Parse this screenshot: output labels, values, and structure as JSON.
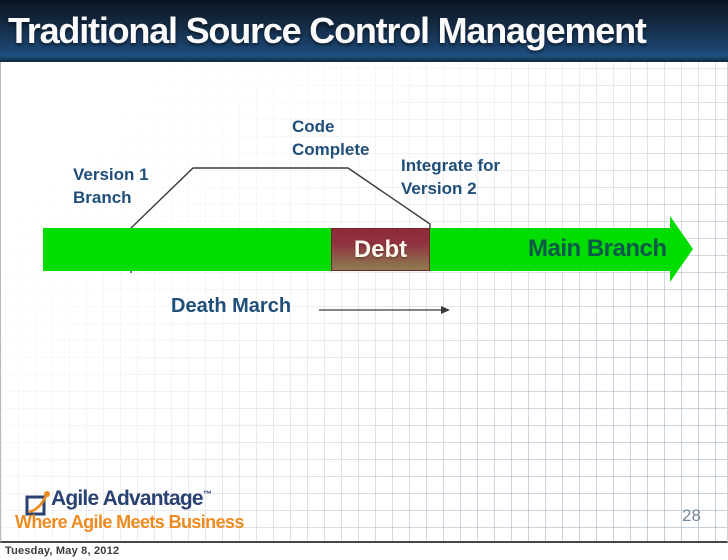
{
  "header": {
    "title": "Traditional Source Control Management"
  },
  "diagram": {
    "version1_branch": {
      "line1": "Version 1",
      "line2": "Branch"
    },
    "code_complete": {
      "line1": "Code",
      "line2": "Complete"
    },
    "integrate": {
      "line1": "Integrate for",
      "line2": "Version 2"
    },
    "death_march_label": "Death March",
    "debt_label": "Debt",
    "main_branch_label": "Main Branch"
  },
  "footer": {
    "logo_name": "Agile Advantage",
    "logo_trademark": "™",
    "logo_tagline": "Where Agile Meets Business",
    "page_number": "28",
    "date": "Tuesday, May 8, 2012"
  },
  "colors": {
    "header_navy_top": "#0c1826",
    "header_navy_bottom": "#1e5183",
    "branch_green": "#01dc01",
    "debt_red_top": "#8c2a3a",
    "debt_olive_bottom": "#8f7a52",
    "label_blue": "#1f4e79",
    "main_branch_text": "#0d5a49",
    "debt_text": "#fdf8ef",
    "logo_navy": "#2b4171",
    "logo_orange": "#ee8a1e",
    "page_number_slate": "#77879b",
    "date_gray": "#3b3b3b"
  }
}
